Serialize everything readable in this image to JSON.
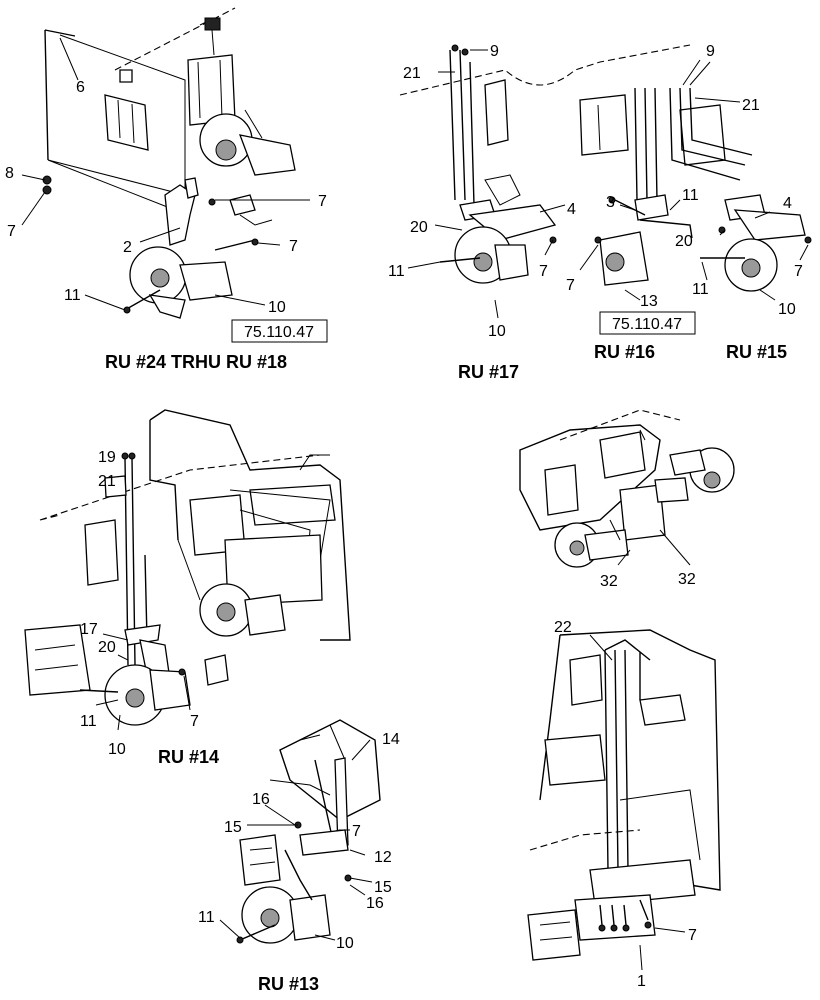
{
  "captions": {
    "ru24_18": "RU #24 TRHU RU #18",
    "ru17": "RU #17",
    "ru16": "RU #16",
    "ru15": "RU #15",
    "ru14": "RU #14",
    "ru13": "RU #13"
  },
  "reference_boxes": [
    "75.110.47",
    "75.110.47"
  ],
  "callouts": {
    "c1": "6",
    "c2": "8",
    "c3": "7",
    "c4": "7",
    "c5": "2",
    "c6": "7",
    "c7": "11",
    "c8": "10",
    "c9": "9",
    "c10": "21",
    "c11": "20",
    "c12": "4",
    "c13": "11",
    "c14": "7",
    "c15": "10",
    "c16": "3",
    "c17": "11",
    "c18": "7",
    "c19": "13",
    "c20": "9",
    "c21": "21",
    "c22": "4",
    "c23": "20",
    "c24": "7",
    "c25": "11",
    "c26": "10",
    "c27": "19",
    "c28": "21",
    "c29": "17",
    "c30": "20",
    "c31": "11",
    "c32": "7",
    "c33": "10",
    "c34": "32",
    "c35": "32",
    "c36": "14",
    "c37": "16",
    "c38": "15",
    "c39": "7",
    "c40": "12",
    "c41": "15",
    "c42": "16",
    "c43": "11",
    "c44": "10",
    "c45": "22",
    "c46": "7",
    "c47": "1"
  }
}
